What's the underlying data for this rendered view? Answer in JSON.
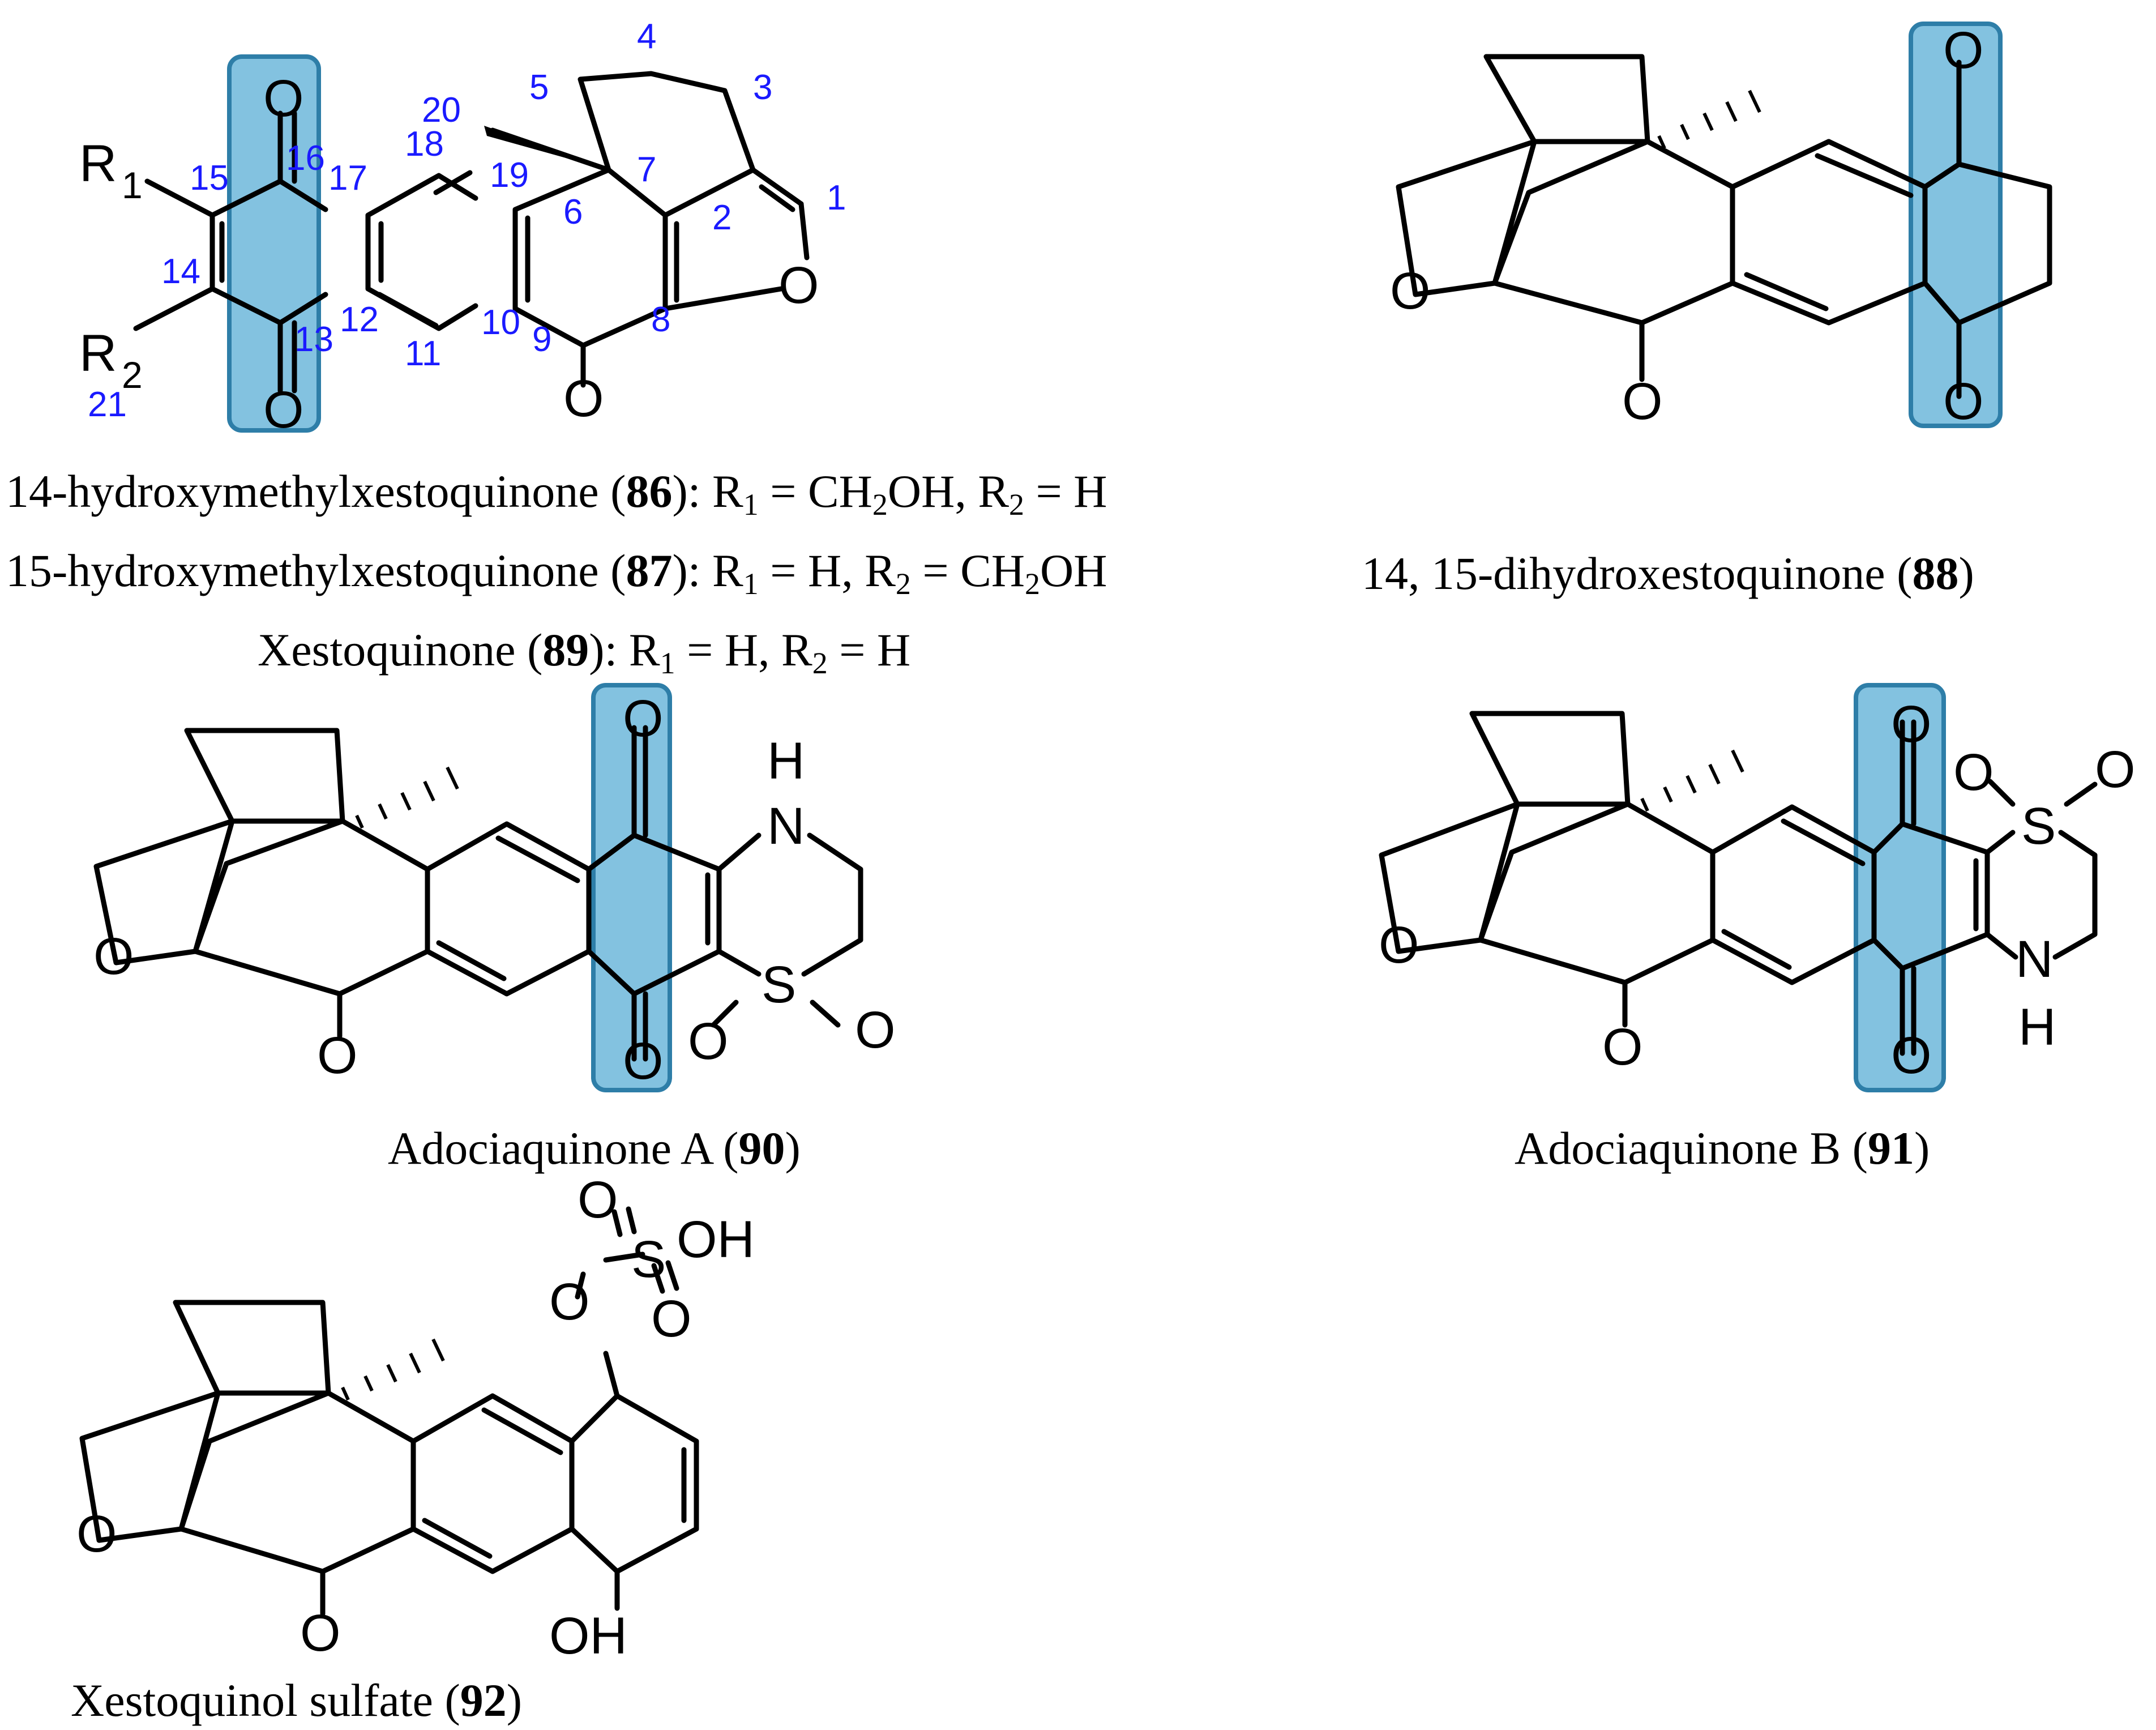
{
  "numbering": [
    "1",
    "2",
    "3",
    "4",
    "5",
    "6",
    "7",
    "8",
    "9",
    "10",
    "11",
    "12",
    "13",
    "14",
    "15",
    "16",
    "17",
    "18",
    "19",
    "20",
    "21"
  ],
  "atoms": {
    "O": "O",
    "R": "R",
    "sub1": "1",
    "sub2": "2",
    "N": "N",
    "H": "H",
    "S": "S",
    "OH": "OH"
  },
  "captions": {
    "c86": {
      "pre": "14-hydroxymethylxestoquinone (",
      "num": "86",
      "mid": "): R",
      "s1": "1",
      "a": " = CH",
      "s2": "2",
      "b": "OH, R",
      "s3": "2",
      "c": " = H"
    },
    "c87": {
      "pre": "15-hydroxymethylxestoquinone (",
      "num": "87",
      "mid": "): R",
      "s1": "1",
      "a": " = H, R",
      "s2": "2",
      "b": " = CH",
      "s3": "2",
      "c": "OH"
    },
    "c89": {
      "pre": "Xestoquinone (",
      "num": "89",
      "mid": "): R",
      "s1": "1",
      "a": " = H, R",
      "s2": "2",
      "b": " = H"
    },
    "c88": {
      "pre": "14, 15-dihydroxestoquinone (",
      "num": "88",
      "post": ")"
    },
    "c90": {
      "pre": "Adociaquinone A (",
      "num": "90",
      "post": ")"
    },
    "c91": {
      "pre": "Adociaquinone B (",
      "num": "91",
      "post": ")"
    },
    "c92": {
      "pre": "Xestoquinol sulfate (",
      "num": "92",
      "post": ")"
    }
  },
  "colors": {
    "highlight": "#5aaed6",
    "numbering": "#1a1aff"
  }
}
